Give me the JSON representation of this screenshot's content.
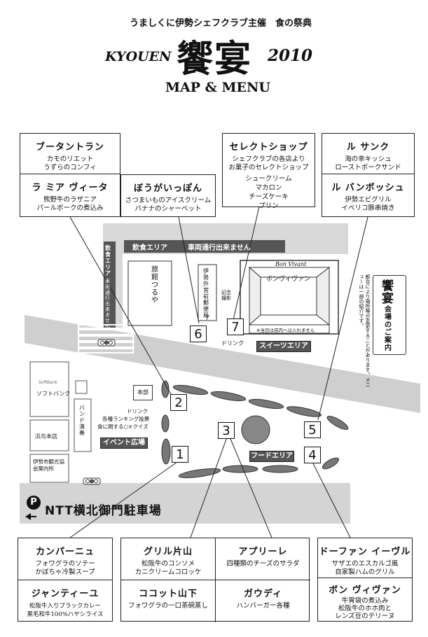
{
  "header": {
    "subtitle": "うましくに伊勢シェフクラブ主催　食の祭典",
    "kyouen": "KYOUEN",
    "kanji_title": "饗宴",
    "year": "2010",
    "map_menu": "MAP & MENU"
  },
  "restaurants": {
    "boutantrant": {
      "name": "ブータントラン",
      "menu": [
        "カモのリエット",
        "うずらのコンフィ"
      ]
    },
    "lamiavita": {
      "name": "ラ ミア ヴィータ",
      "menu": [
        "熊野牛のラザニア",
        "パールポークの煮込み"
      ]
    },
    "bougaippon": {
      "name": "ぼうがいっぽん",
      "menu": [
        "さつまいものアイスクリーム",
        "バナナのシャーベット"
      ]
    },
    "selectshop": {
      "name": "セレクトショップ",
      "menu": [
        "シェフクラブの各店より",
        "お菓子のセレクトショップ",
        "シュークリーム",
        "マカロン",
        "チーズケーキ",
        "プリン"
      ]
    },
    "lesaink": {
      "name": "ル サンク",
      "menu": [
        "海の幸キッシュ",
        "ローストポークサンド"
      ]
    },
    "lebanbossu": {
      "name": "ル バンボッシュ",
      "menu": [
        "伊勢エビグリル",
        "イベリコ豚串焼き"
      ]
    },
    "campagne": {
      "name": "カンパーニュ",
      "menu": [
        "フォワグラのソテー",
        "かぼちゃ冷製スープ"
      ]
    },
    "jeantieu": {
      "name": "ジャンティーユ",
      "menu": [
        "松阪牛入りブラックカレー",
        "黒毛和牛100%ハヤシライス"
      ]
    },
    "grillkatayama": {
      "name": "グリル片山",
      "menu": [
        "松阪牛のコンソメ",
        "カニクリームコロッケ"
      ]
    },
    "apprele": {
      "name": "アプリーレ",
      "menu": [
        "四種類のチーズのサラダ"
      ]
    },
    "cocotte": {
      "name": "ココット山下",
      "menu": [
        "フォワグラの一口茶碗蒸し"
      ]
    },
    "gaudi": {
      "name": "ガウディ",
      "menu": [
        "ハンバーガー各種"
      ]
    },
    "dofan": {
      "name": "ドーファン イーヴル",
      "menu": [
        "サザエのエスカルゴ風",
        "自家製ハムのグリル"
      ]
    },
    "bonvivant": {
      "name": "ボン ヴィヴァン",
      "menu": [
        "牛胃袋の煮込み",
        "松阪牛のホホ肉と",
        "レンズ豆のテリーヌ"
      ]
    }
  },
  "map": {
    "inshoku_area_top": "飲食エリア",
    "no_vehicle_top": "車両通行出来ません",
    "inshoku_area_side": "飲食エリア",
    "no_vehicle_side": "車両通行出来ません",
    "ryokan": "旅館つるや",
    "post_office": "伊勢外宮前郵便局",
    "post_mark": "〒",
    "kinen": "記念撮影",
    "bonvivant_logo": "Bon Vivant",
    "bonvivant_kana": "ボンヴィヴァン",
    "bonvivant_note": "※当日は店内へは入れません",
    "drink_top": "ドリンク",
    "sweets_area": "スイーツエリア",
    "softbank_logo": "SoftBank",
    "softbank": "ソフトバンク",
    "band": "バンド演奏",
    "hamayo": "浜与本店",
    "kanko": "伊勢市観光協会案内所",
    "honbu": "本部",
    "drink_event": [
      "ドリンク",
      "各種ランキング投票",
      "食に関する○×クイズ"
    ],
    "event_area": "イベント広場",
    "food_area": "フードエリア",
    "parking_p": "P",
    "parking": "NTT横北御門駐車場",
    "numbers": [
      "1",
      "2",
      "3",
      "4",
      "5",
      "6",
      "7"
    ]
  },
  "notice": {
    "title_kan": "饗宴",
    "title_rest": "会場のご案内",
    "text": "都合により場所等が変更することがあります。メニューは一部の紹介です。"
  }
}
